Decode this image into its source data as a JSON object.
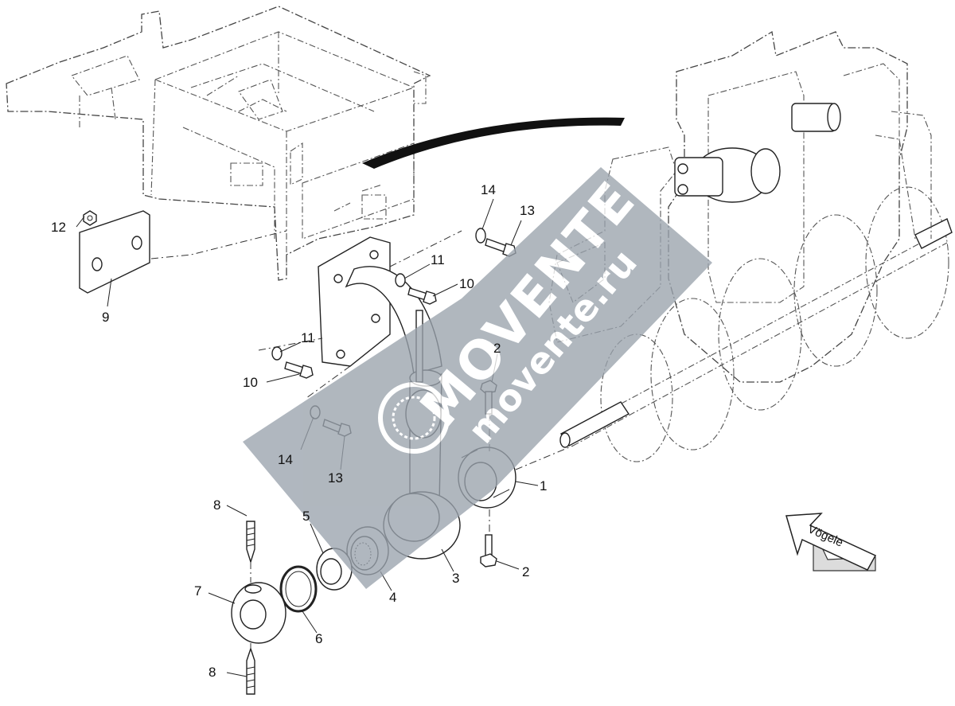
{
  "callouts": {
    "c1": "1",
    "c2a": "2",
    "c2b": "2",
    "c3": "3",
    "c4": "4",
    "c5": "5",
    "c6": "6",
    "c7": "7",
    "c8a": "8",
    "c8b": "8",
    "c9": "9",
    "c10a": "10",
    "c10b": "10",
    "c11a": "11",
    "c11b": "11",
    "c12": "12",
    "c13a": "13",
    "c13b": "13",
    "c14a": "14",
    "c14b": "14"
  },
  "brand_arrow": {
    "label": "Vögele"
  },
  "watermark": {
    "brand": "MOVENTE",
    "url": "movente.ru",
    "color": "#9aa3ad"
  }
}
